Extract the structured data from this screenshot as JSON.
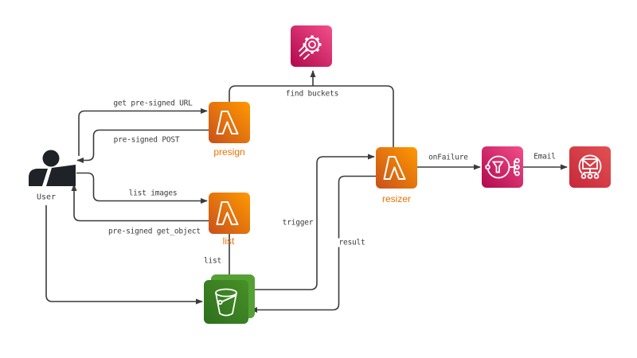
{
  "diagram": {
    "type": "aws-architecture",
    "nodes": [
      {
        "id": "user",
        "label": "User",
        "service": "user"
      },
      {
        "id": "presign",
        "label": "presign",
        "service": "lambda"
      },
      {
        "id": "list",
        "label": "list",
        "service": "lambda"
      },
      {
        "id": "resizer",
        "label": "resizer",
        "service": "lambda"
      },
      {
        "id": "scheduler",
        "label": "",
        "service": "eventbridge-scheduler"
      },
      {
        "id": "bucket",
        "label": "",
        "service": "s3-bucket"
      },
      {
        "id": "sns",
        "label": "",
        "service": "sns-topic"
      },
      {
        "id": "ses",
        "label": "",
        "service": "ses-email"
      }
    ],
    "edges": [
      {
        "from": "user",
        "to": "presign",
        "label": "get pre-signed URL"
      },
      {
        "from": "presign",
        "to": "user",
        "label": "pre-signed POST"
      },
      {
        "from": "user",
        "to": "list",
        "label": "list images"
      },
      {
        "from": "list",
        "to": "user",
        "label": "pre-signed get_object"
      },
      {
        "from": "presign",
        "to": "scheduler",
        "label": "find buckets"
      },
      {
        "from": "resizer",
        "to": "scheduler",
        "label": ""
      },
      {
        "from": "bucket",
        "to": "resizer",
        "label": "trigger"
      },
      {
        "from": "resizer",
        "to": "bucket",
        "label": "result"
      },
      {
        "from": "list",
        "to": "bucket",
        "label": "list"
      },
      {
        "from": "user",
        "to": "bucket",
        "label": ""
      },
      {
        "from": "resizer",
        "to": "sns",
        "label": "onFailure"
      },
      {
        "from": "sns",
        "to": "ses",
        "label": "Email"
      }
    ],
    "colors": {
      "edge": "#3b3b3b",
      "lambda_dark": "#C8511B",
      "lambda_light": "#FF9900",
      "lambda_label": "#ED7100",
      "pink_dark": "#B0084D",
      "pink_light": "#F34F8B",
      "red_dark": "#C7283A",
      "red_light": "#E25152",
      "green_dark": "#2F6F1D",
      "green_light": "#479027",
      "green_back": "#55A035",
      "user_black": "#1F2328",
      "background": "#FFFFFF"
    }
  }
}
